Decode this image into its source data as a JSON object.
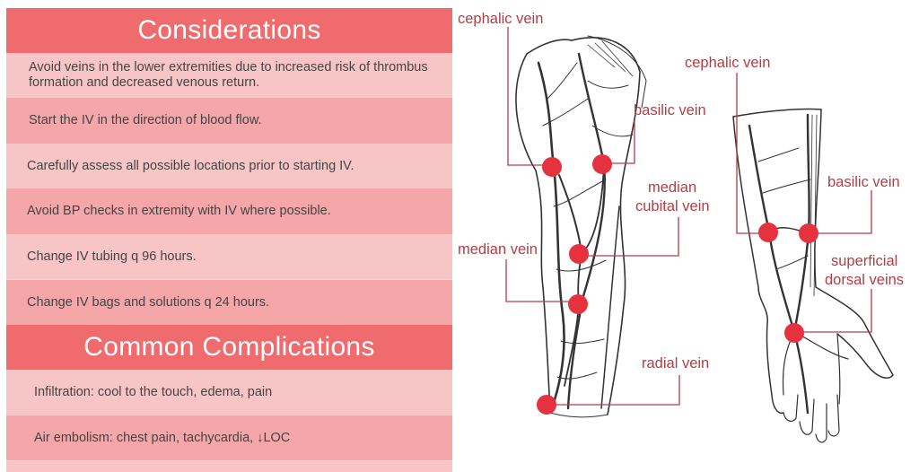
{
  "considerations": {
    "title": "Considerations",
    "items": [
      "Avoid veins in the lower extremities due to increased risk of thrombus formation and decreased venous return.",
      "Start the IV in the direction of blood flow.",
      "Carefully assess all possible locations prior to starting IV.",
      "Avoid BP checks in extremity with IV where possible.",
      "Change IV tubing q 96 hours.",
      "Change IV bags and solutions q 24 hours."
    ]
  },
  "complications": {
    "title": "Common Complications",
    "items": [
      "Infiltration: cool to the touch, edema, pain",
      "Air embolism: chest pain, tachycardia, ↓LOC"
    ]
  },
  "diagram": {
    "arm_labels": {
      "cephalic": "cephalic vein",
      "basilic": "basilic vein",
      "median_cubital_1": "median",
      "median_cubital_2": "cubital vein",
      "median": "median vein",
      "radial": "radial vein"
    },
    "forearm_labels": {
      "cephalic": "cephalic vein",
      "basilic": "basilic vein",
      "superficial_1": "superficial",
      "superficial_2": "dorsal veins"
    }
  },
  "colors": {
    "heading": "#f06b6e",
    "row_light": "#f8c5c6",
    "row_dark": "#f5a6a8",
    "label": "#b33d45",
    "dot": "#e6323e"
  }
}
